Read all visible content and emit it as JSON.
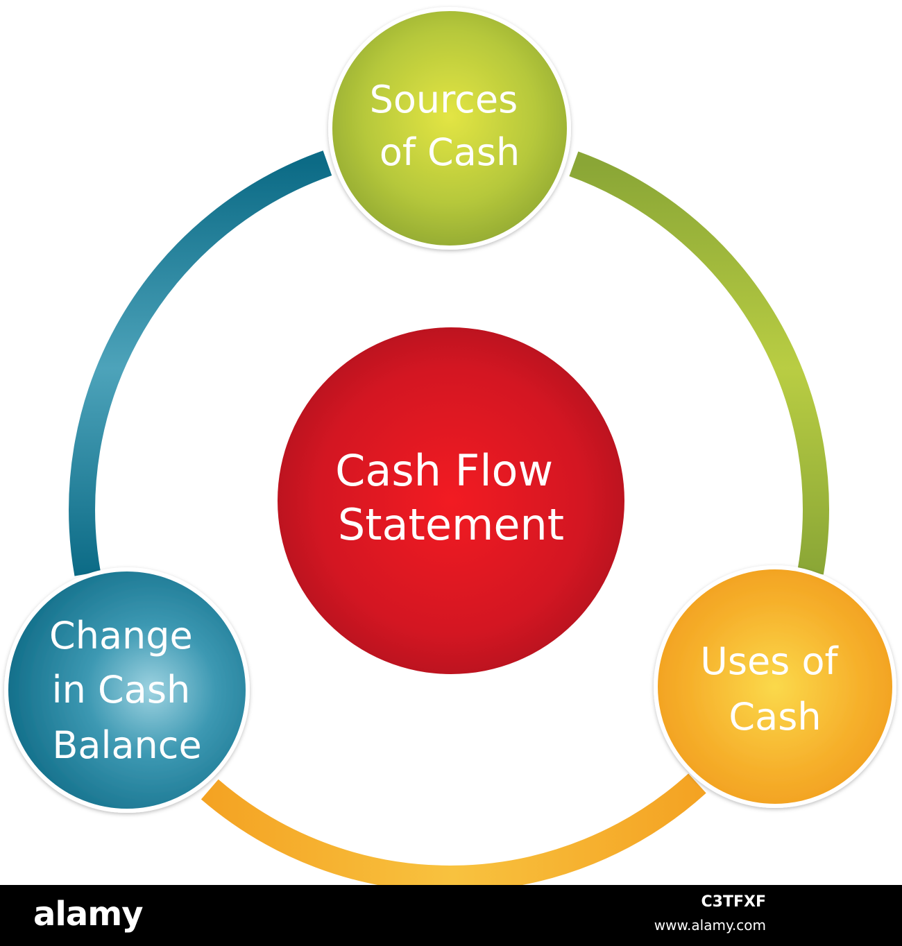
{
  "diagram": {
    "center": {
      "lines": [
        "Cash Flow",
        "Statement"
      ]
    },
    "nodes": [
      {
        "id": "sources",
        "lines": [
          "Sources",
          "of Cash"
        ]
      },
      {
        "id": "uses",
        "lines": [
          "Uses of",
          "Cash"
        ]
      },
      {
        "id": "change",
        "lines": [
          "Change",
          "in Cash",
          "Balance"
        ]
      }
    ]
  },
  "watermark": {
    "brand": "alamy",
    "image_id": "C3TFXF",
    "site": "www.alamy.com"
  },
  "colors": {
    "sources": "#9fbd2e",
    "uses": "#f3a323",
    "change": "#1a7c96",
    "center": "#cf1422",
    "footer": "#000000"
  }
}
